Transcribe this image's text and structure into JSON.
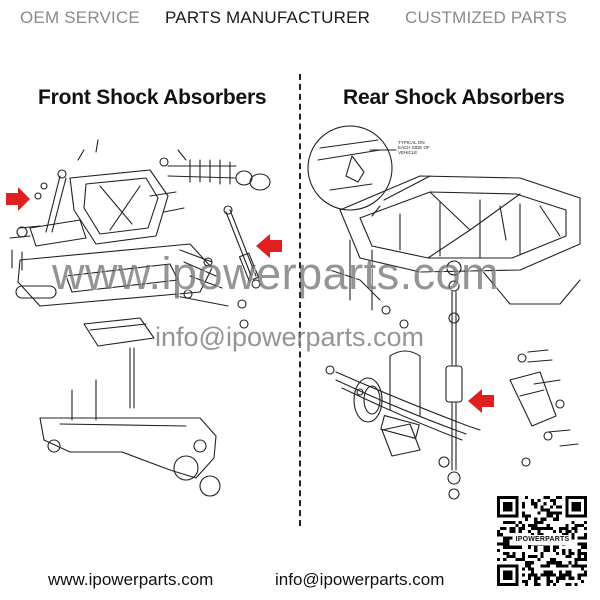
{
  "header": {
    "oem": "OEM SERVICE",
    "manufacturer": "PARTS MANUFACTURER",
    "customized": "CUSTMIZED PARTS"
  },
  "panels": {
    "front": {
      "title": "Front Shock Absorbers"
    },
    "rear": {
      "title": "Rear Shock Absorbers",
      "callout": "TYPICAL ON EACH SIDE OF VEHICLE"
    }
  },
  "watermark": {
    "site": "www.ipowerparts.com",
    "email": "info@ipowerparts.com"
  },
  "footer": {
    "website": "www.ipowerparts.com",
    "email": "info@ipowerparts.com"
  },
  "qr": {
    "label": "IPOWERPARTS"
  },
  "colors": {
    "arrow": "#e02020",
    "line": "#222222",
    "text_gray": "#8a8a8a"
  },
  "icons": {
    "pointer": "red-arrow-icon"
  }
}
